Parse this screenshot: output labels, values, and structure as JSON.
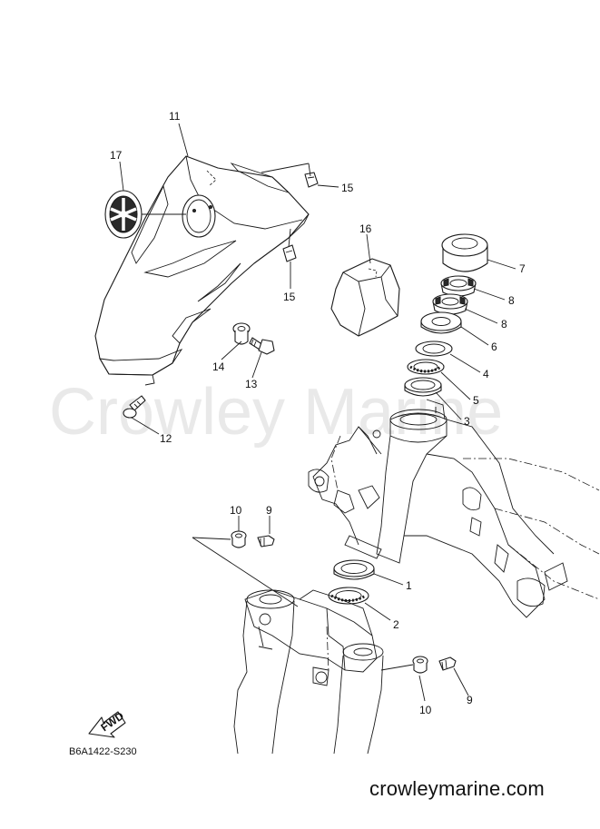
{
  "watermark": "Crowley Marine",
  "diagram_code": "B6A1422-S230",
  "site": "crowleymarine.com",
  "fwd_label": "FWD",
  "callouts": {
    "c1": "1",
    "c2": "2",
    "c3": "3",
    "c4": "4",
    "c5": "5",
    "c6": "6",
    "c7": "7",
    "c8a": "8",
    "c8b": "8",
    "c9a": "9",
    "c9b": "9",
    "c10a": "10",
    "c10b": "10",
    "c11": "11",
    "c12": "12",
    "c13": "13",
    "c14": "14",
    "c15a": "15",
    "c15b": "15",
    "c16": "16",
    "c17": "17"
  }
}
